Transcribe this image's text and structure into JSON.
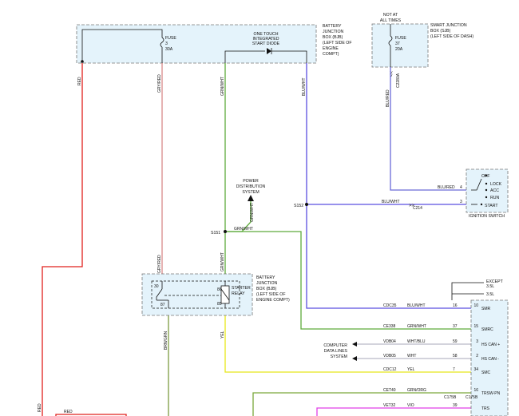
{
  "colors": {
    "red": "#e0201c",
    "gry_red": "#d88a8a",
    "grn_wht": "#5eaa3c",
    "blu_wht": "#5b4fe0",
    "blu_red": "#6a6ad8",
    "yel": "#e8e81a",
    "grn_org": "#7aa83a",
    "vio": "#e040e8",
    "brn_grn": "#7c9a40",
    "gray_wire": "#b9b9c8",
    "box_fill": "#e4f3fb"
  },
  "bjb_top": {
    "label": [
      "BATTERY",
      "JUNCTION",
      "BOX (BJB)",
      "(LEFT SIDE OF",
      "ENGINE",
      "COMPT)"
    ],
    "fuse": [
      "FUSE",
      "3",
      "30A"
    ],
    "diode": [
      "ONE TOUCH",
      "INTEGRATED",
      "START DIODE"
    ]
  },
  "sjb": {
    "not_at": [
      "NOT AT",
      "ALL TIMES"
    ],
    "label": [
      "SMART JUNCTION",
      "BOX (SJB)",
      "(LEFT SIDE OF DASH)"
    ],
    "fuse": [
      "FUSE",
      "37",
      "20A"
    ],
    "connector": "C2280A"
  },
  "wires": {
    "red": "RED",
    "gry_red": "GRY/RED",
    "grn_wht": "GRN/WHT",
    "blu_wht": "BLU/WHT",
    "blu_red": "BLU/RED",
    "yel": "YEL",
    "brn_grn": "BRN/GRN"
  },
  "power_dist": [
    "POWER",
    "DISTRIBUTION",
    "SYSTEM"
  ],
  "splices": {
    "s152": "S152",
    "s151": "S151"
  },
  "ignition": {
    "positions": [
      "OFF",
      "LOCK",
      "ACC",
      "RUN",
      "START"
    ],
    "label": "IGNITION SWITCH",
    "pin_blu_red": "4",
    "pin_blu_wht": "3",
    "connector": "C214"
  },
  "bjb_bottom": {
    "label": [
      "BATTERY",
      "JUNCTION",
      "BOX (BJB)",
      "(LEFT SIDE OF",
      "ENGINE COMPT)"
    ],
    "relay": [
      "STARTER",
      "RELAY"
    ],
    "pins": [
      "30",
      "86",
      "87",
      "85"
    ]
  },
  "except": [
    "EXCEPT",
    "3.5L",
    "3.5L"
  ],
  "computer": [
    "COMPUTER",
    "DATA LINES",
    "SYSTEM"
  ],
  "pcm_rows": [
    {
      "circuit": "CDC35",
      "color": "BLU/WHT",
      "pin": "16",
      "pin2": "10",
      "func": "SMR"
    },
    {
      "circuit": "CE338",
      "color": "GRN/WHT",
      "pin": "37",
      "pin2": "15",
      "func": "SMRC"
    },
    {
      "circuit": "VDB04",
      "color": "WHT/BLU",
      "pin": "59",
      "pin2": "3",
      "func": "HS CAN +"
    },
    {
      "circuit": "VDB05",
      "color": "WHT",
      "pin": "58",
      "pin2": "2",
      "func": "HS CAN -"
    },
    {
      "circuit": "CDC12",
      "color": "YEL",
      "pin": "7",
      "pin2": "34",
      "func": "SMC"
    },
    {
      "circuit": "CET40",
      "color": "GRN/ORG",
      "pin": "",
      "pin2": "16",
      "func": "TRSW-PN"
    },
    {
      "circuit": "VET32",
      "color": "VIO",
      "pin": "39",
      "pin2": "",
      "func": "TRS"
    }
  ],
  "connectors_bottom": [
    "C175B",
    "C175B"
  ]
}
